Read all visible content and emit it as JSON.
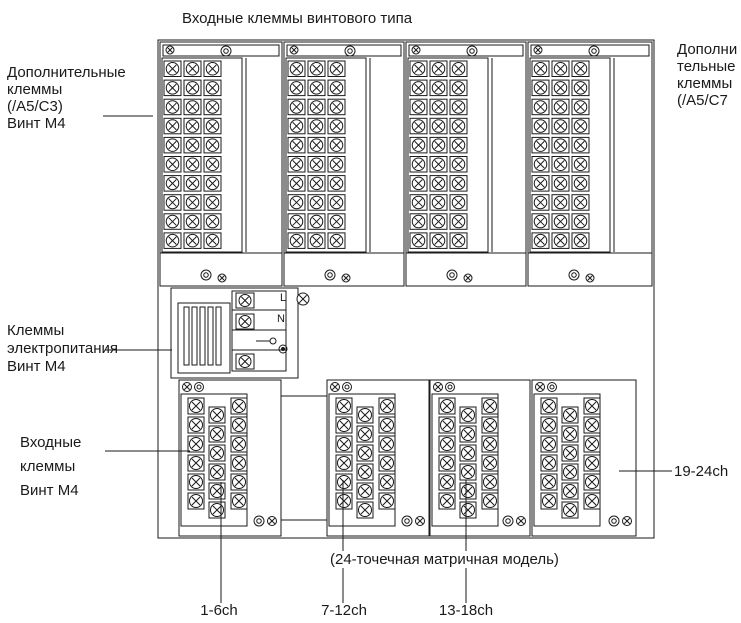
{
  "top_label": "Входные клеммы винтового типа",
  "left_optional": {
    "lines": [
      "Дополнительные",
      "клеммы",
      "(/A5/C3)",
      "Винт M4"
    ]
  },
  "right_optional": {
    "lines": [
      "Дополни",
      "тельные",
      "клеммы",
      "(/A5/C7"
    ]
  },
  "power": {
    "lines": [
      "Клеммы",
      "электропитания",
      "Винт M4"
    ],
    "marks": [
      "L",
      "N"
    ]
  },
  "input": {
    "lines": [
      "Входные",
      "клеммы",
      "Винт M4"
    ]
  },
  "model_note": "(24-точечная матричная модель)",
  "channels": [
    "1-6ch",
    "7-12ch",
    "13-18ch",
    "19-24ch"
  ],
  "colors": {
    "line": "#1a1a1a",
    "fill": "#ffffff"
  }
}
